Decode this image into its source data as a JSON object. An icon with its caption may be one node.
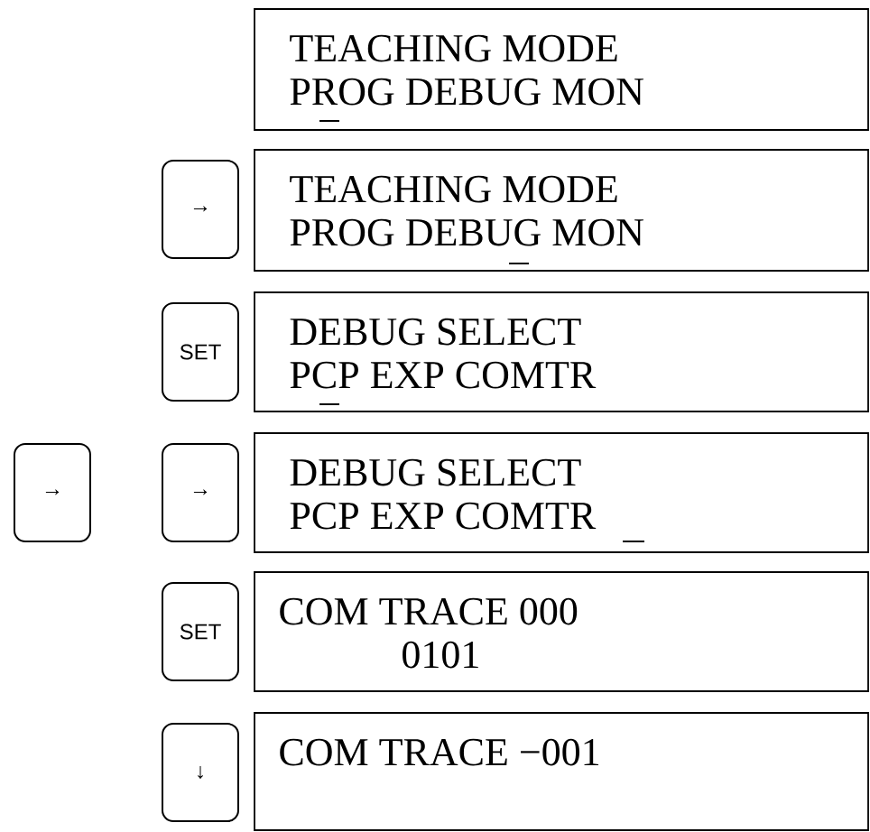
{
  "diagram": {
    "nodes": [
      {
        "text": [
          "TEACHING MODE",
          "PROG DEBUG MON"
        ]
      },
      {
        "text": [
          "→"
        ]
      },
      {
        "text": [
          "TEACHING MODE",
          "PROG DEBUG MON"
        ]
      },
      {
        "text": [
          "SET"
        ]
      },
      {
        "text": [
          "DEBUG SELECT",
          "PCP EXP COMTR"
        ]
      },
      {
        "text": [
          "→"
        ]
      },
      {
        "text": [
          "→"
        ]
      },
      {
        "text": [
          "DEBUG SELECT",
          "PCP EXP COMTR"
        ]
      },
      {
        "text": [
          "SET"
        ]
      },
      {
        "text": [
          "COM TRACE   000",
          "0101"
        ]
      },
      {
        "text": [
          "↓"
        ]
      },
      {
        "text": [
          "COM TRACE  −001"
        ]
      }
    ]
  }
}
